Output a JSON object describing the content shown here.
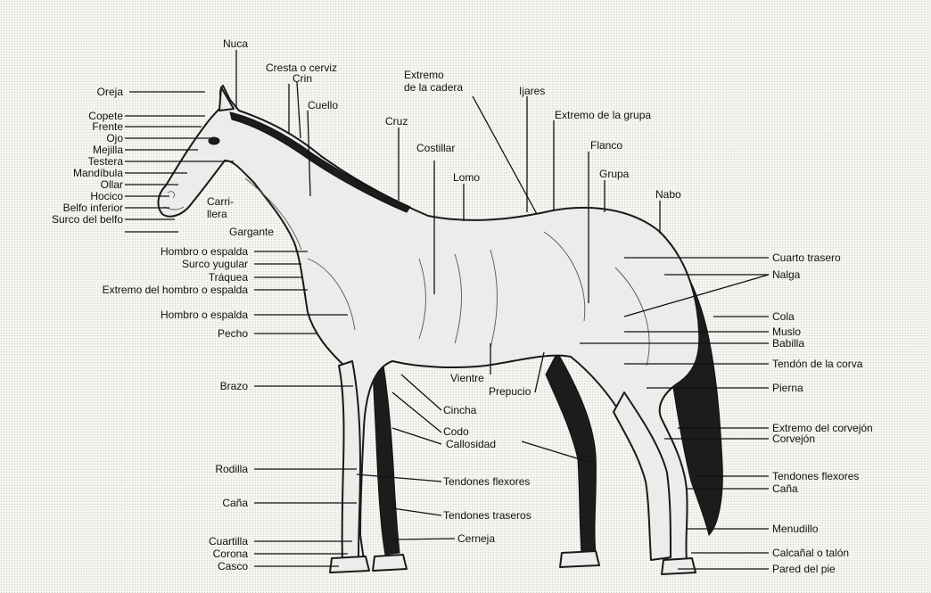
{
  "labels": [
    "Nuca",
    "Cresta o cerviz",
    "Crin",
    "Cuello",
    "Cruz",
    "Costillar",
    "Extremo de la cadera",
    "Ijares",
    "Extremo de la grupa",
    "Flanco",
    "Grupa",
    "Lomo",
    "Nabo",
    "Oreja",
    "Copete",
    "Frente",
    "Ojo",
    "Mejilla",
    "Testera",
    "Mandíbula",
    "Ollar",
    "Hocico",
    "Belfo inferior",
    "Surco del belfo",
    "Carri-",
    "llera",
    "Gargante",
    "Hombro o espalda",
    "Surco yugular",
    "Tráquea",
    "Extremo del hombro o espalda",
    "Hombro o espalda",
    "Pecho",
    "Brazo",
    "Rodilla",
    "Caña",
    "Cuartilla",
    "Corona",
    "Casco",
    "Vientre",
    "Prepucio",
    "Cincha",
    "Codo",
    "Callosidad",
    "Tendones flexores",
    "Tendones traseros",
    "Cerneja",
    "Cuarto trasero",
    "Nalga",
    "Cola",
    "Muslo",
    "Babilla",
    "Tendón de la corva",
    "Pierna",
    "Extremo del corvejón",
    "Corvejón",
    "Tendones flexores",
    "Caña",
    "Menudillo",
    "Calcañal o talón",
    "Pared del pie"
  ]
}
